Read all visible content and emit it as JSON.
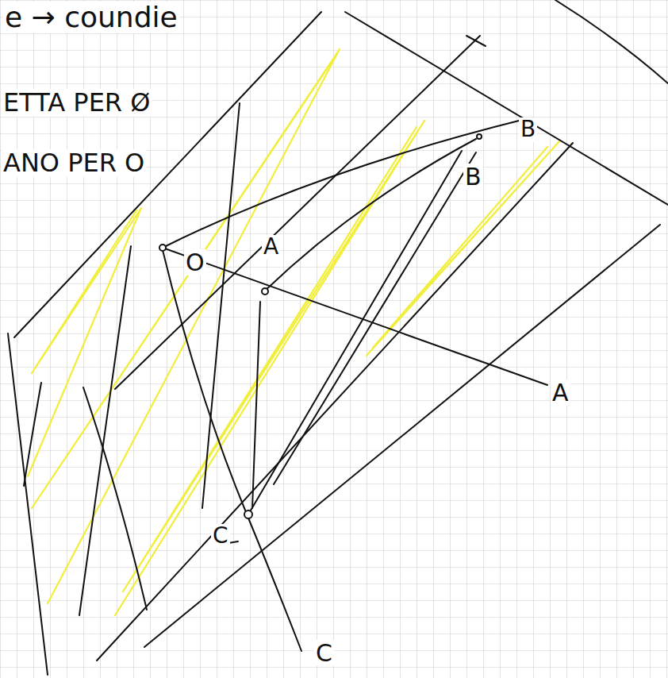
{
  "diagram": {
    "labels": [
      "e → coundie",
      "ETTA PER Ø",
      "ANO PER O",
      "O",
      "A",
      "A",
      "B",
      "B",
      "C",
      "C"
    ]
  }
}
